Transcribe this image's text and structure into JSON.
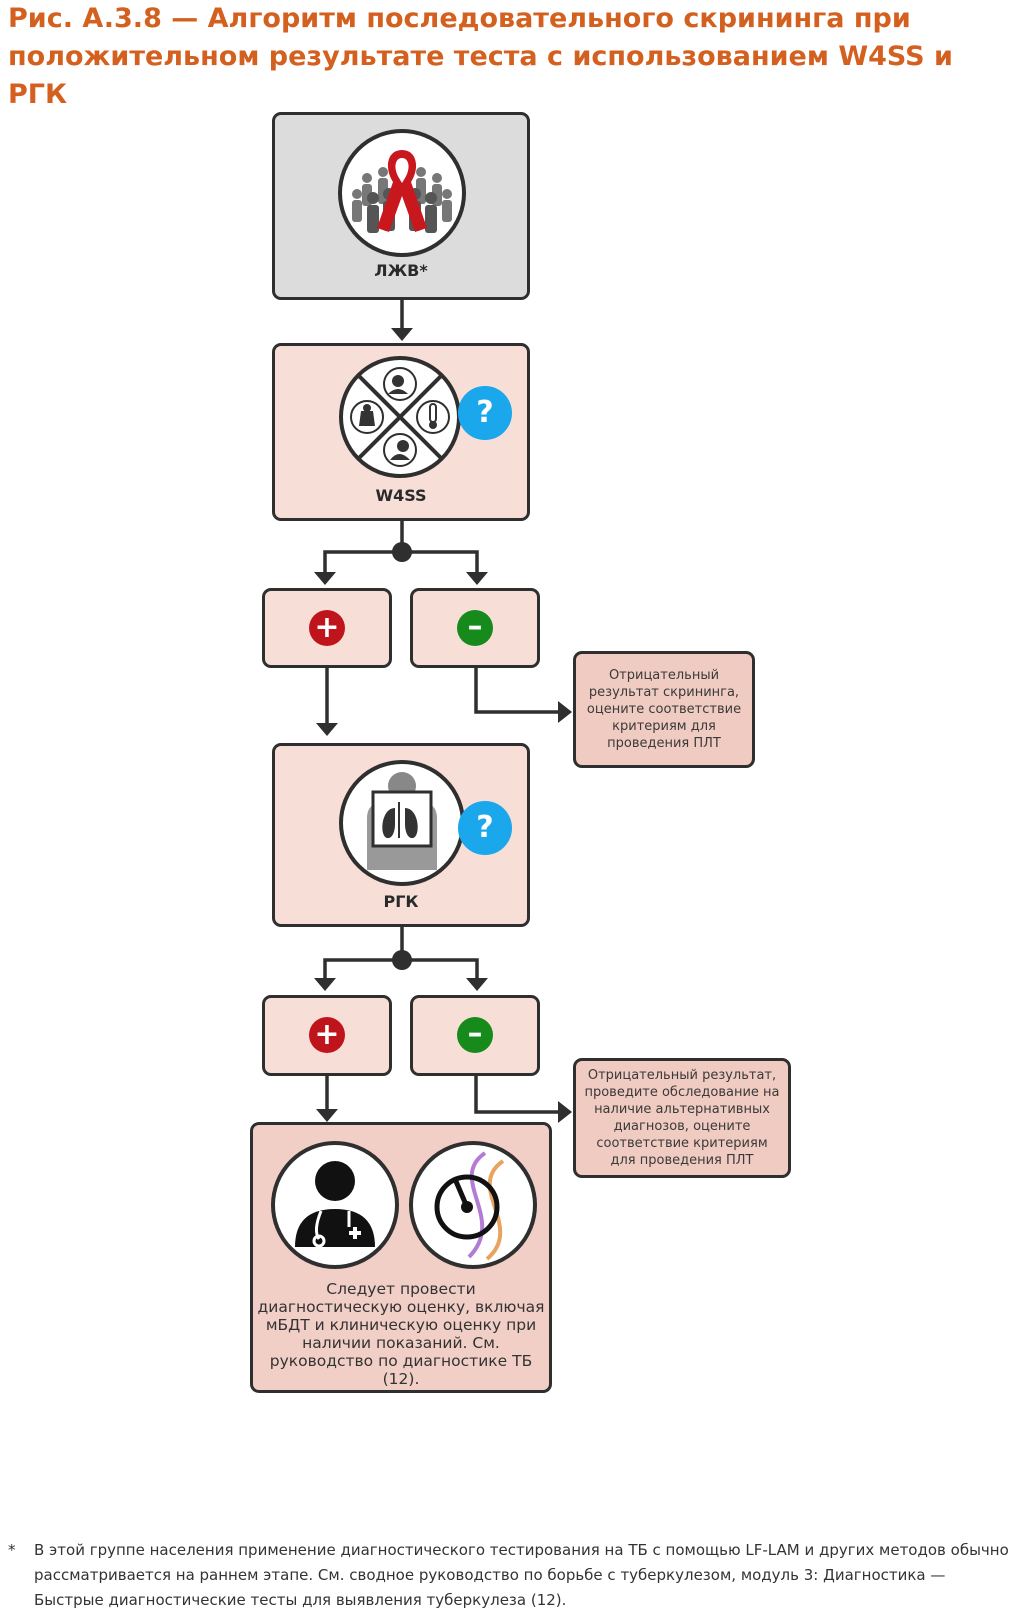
{
  "title": "Рис. A.3.8 — Алгоритм последовательного скрининга при положительном результате теста с использованием W4SS и РГК",
  "nodes": {
    "plhiv": {
      "label": "ЛЖВ*",
      "icon": "population-ribbon-icon"
    },
    "w4ss": {
      "label": "W4SS",
      "icon": "symptom-screen-icon",
      "badge": "?"
    },
    "w4ss_positive": {
      "symbol": "+"
    },
    "w4ss_negative": {
      "symbol": "–"
    },
    "w4ss_negative_note": "Отрицательный результат скрининга, оцените соответствие критериям для проведения ПЛТ",
    "cxr": {
      "label": "РГК",
      "icon": "chest-xray-icon",
      "badge": "?"
    },
    "cxr_positive": {
      "symbol": "+"
    },
    "cxr_negative": {
      "symbol": "–"
    },
    "cxr_negative_note": "Отрицательный результат, проведите обследование на наличие альтернативных диагнозов, оцените соответствие критериям для проведения ПЛТ",
    "diagnosis": {
      "text": "Следует провести диагностическую оценку, включая мБДТ и клиническую оценку при наличии показаний. См. руководство по диагностике ТБ (12).",
      "icons": [
        "doctor-icon",
        "molecular-test-icon"
      ]
    }
  },
  "colors": {
    "title": "#d4601f",
    "positive": "#c0141c",
    "negative": "#168a1a",
    "question": "#1aa7ec",
    "ribbon": "#c8181e"
  },
  "footnote": {
    "marker": "*",
    "text": "В этой группе населения применение диагностического тестирования на ТБ с помощью LF-LAM и других методов обычно рассматривается на раннем этапе. См. сводное руководство по борьбе с туберкулезом, модуль 3: Диагностика — Быстрые диагностические тесты для выявления туберкулеза (12)."
  }
}
